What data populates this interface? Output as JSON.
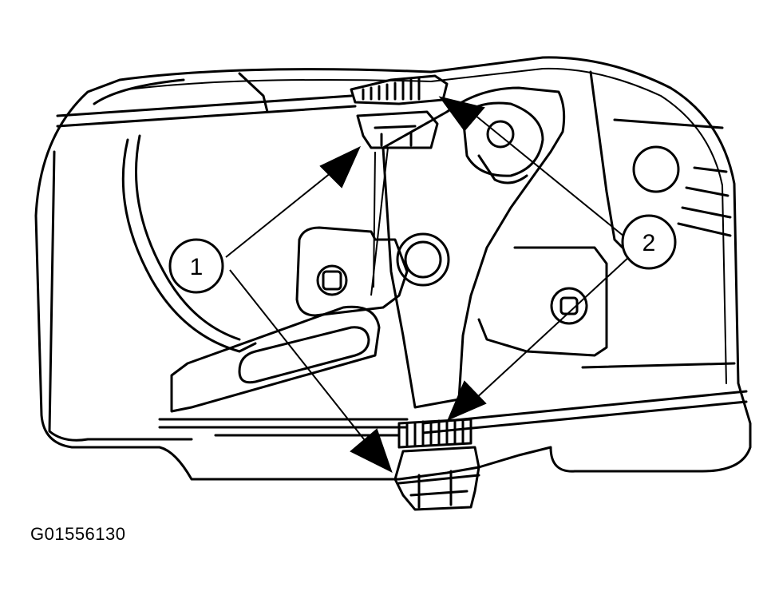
{
  "figure": {
    "id_code": "G01556130"
  },
  "callouts": [
    {
      "number": "1"
    },
    {
      "number": "2"
    }
  ]
}
